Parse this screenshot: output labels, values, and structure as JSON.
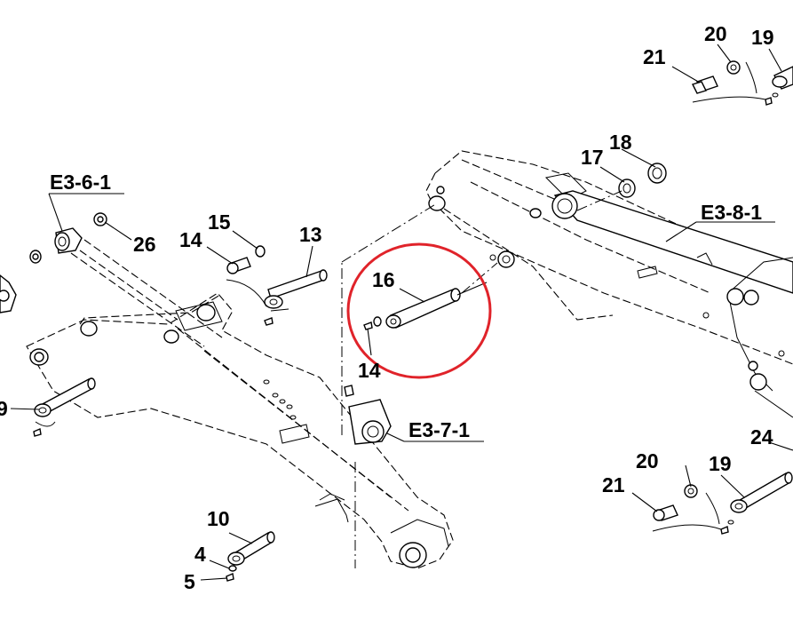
{
  "diagram": {
    "callouts": [
      "21",
      "20",
      "19",
      "18",
      "17",
      "26",
      "15",
      "14",
      "13",
      "16",
      "14",
      "9",
      "10",
      "4",
      "5",
      "20",
      "19",
      "21",
      "24"
    ],
    "references": [
      "E3-6-1",
      "E3-8-1",
      "E3-7-1"
    ],
    "highlight_color": "#e0232a"
  }
}
